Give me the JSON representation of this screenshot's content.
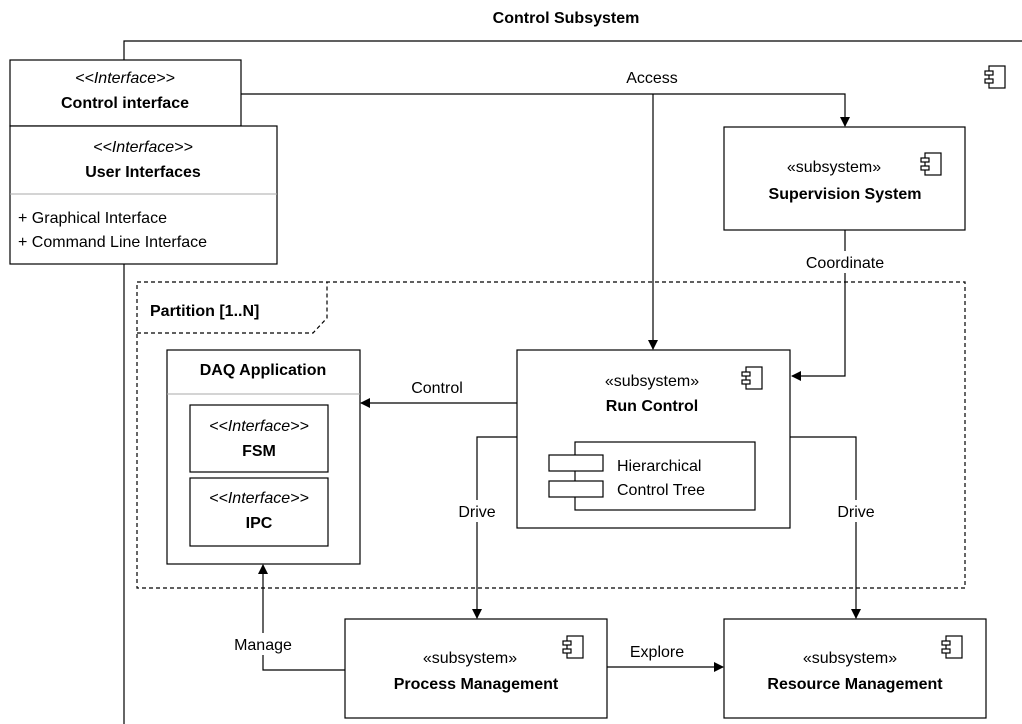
{
  "title": "Control Subsystem",
  "control_interface": {
    "stereotype": "<<Interface>>",
    "name": "Control interface"
  },
  "user_interfaces": {
    "stereotype": "<<Interface>>",
    "name": "User Interfaces",
    "members": [
      "+ Graphical Interface",
      "+ Command Line Interface"
    ]
  },
  "supervision_system": {
    "stereotype": "«subsystem»",
    "name": "Supervision System"
  },
  "partition": {
    "label": "Partition [1..N]"
  },
  "daq_application": {
    "name": "DAQ Application",
    "fsm": {
      "stereotype": "<<Interface>>",
      "name": "FSM"
    },
    "ipc": {
      "stereotype": "<<Interface>>",
      "name": "IPC"
    }
  },
  "run_control": {
    "stereotype": "«subsystem»",
    "name": "Run Control",
    "inner_component": {
      "line1": "Hierarchical",
      "line2": "Control Tree"
    }
  },
  "process_management": {
    "stereotype": "«subsystem»",
    "name": "Process Management"
  },
  "resource_management": {
    "stereotype": "«subsystem»",
    "name": "Resource Management"
  },
  "edges": {
    "access": "Access",
    "coordinate": "Coordinate",
    "control": "Control",
    "drive_left": "Drive",
    "drive_right": "Drive",
    "manage": "Manage",
    "explore": "Explore"
  }
}
